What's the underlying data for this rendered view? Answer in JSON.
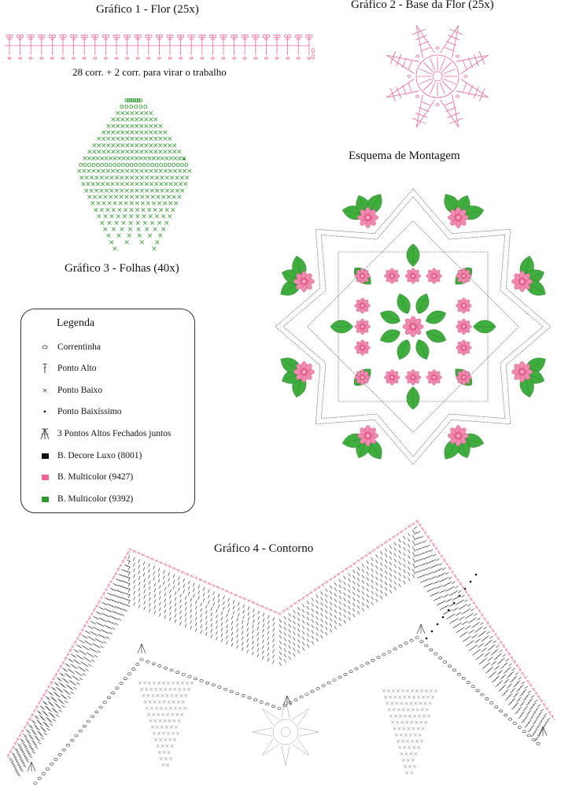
{
  "titles": {
    "chart1": "Gráfico 1 - Flor (25x)",
    "chart1_caption": "28 corr. + 2 corr. para virar o trabalho",
    "chart2": "Gráfico 2 - Base da Flor (25x)",
    "assembly": "Esquema de Montagem",
    "chart3": "Gráfico 3 - Folhas (40x)",
    "chart4": "Gráfico 4 - Contorno"
  },
  "legend": {
    "title": "Legenda",
    "items": [
      {
        "label": "Correntinha",
        "icon": "chain-oval-icon"
      },
      {
        "label": "Ponto Alto",
        "icon": "double-crochet-icon"
      },
      {
        "label": "Ponto Baixo",
        "icon": "single-crochet-x-icon"
      },
      {
        "label": "Ponto Baixíssimo",
        "icon": "slip-stitch-dot-icon"
      },
      {
        "label": "3 Pontos Altos Fechados juntos",
        "icon": "cluster-3dc-icon"
      },
      {
        "label": "B. Decore Luxo (8001)",
        "icon": "color-swatch-icon",
        "color": "#111111"
      },
      {
        "label": "B. Multicolor (9427)",
        "icon": "color-swatch-icon",
        "color": "#f0609a"
      },
      {
        "label": "B. Multicolor (9392)",
        "icon": "color-swatch-icon",
        "color": "#2a9a2a"
      }
    ]
  },
  "colors": {
    "pink": "#f0609a",
    "green": "#2a9a2a",
    "black": "#111111",
    "leaf_green": "#3fae3f",
    "flower_pink": "#ef8ab0",
    "grey_chart": "#9a9a9a"
  }
}
